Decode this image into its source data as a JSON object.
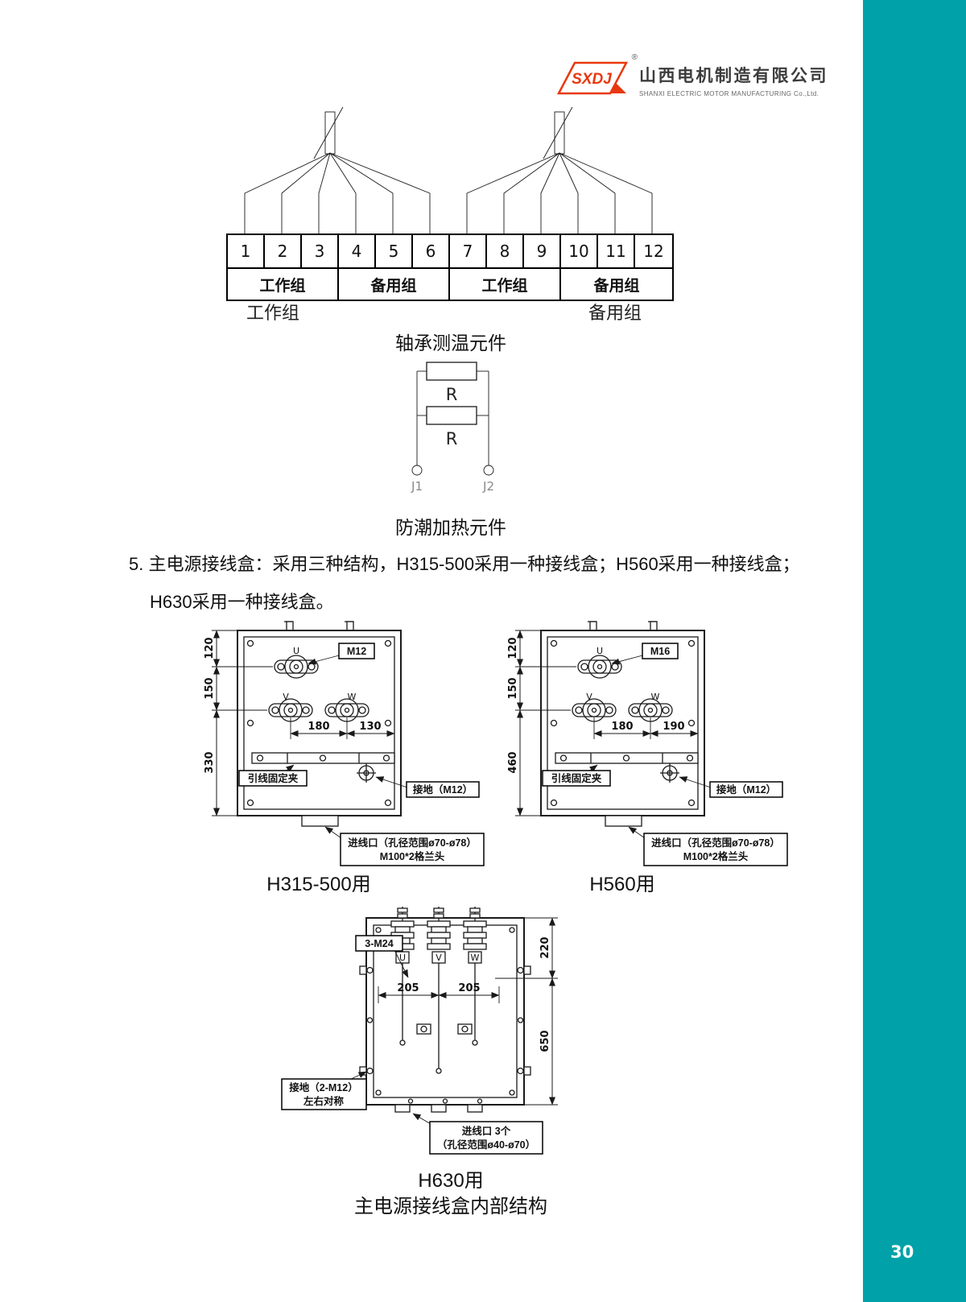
{
  "colors": {
    "side_band": "#00a1a8",
    "logo_red": "#e8380f"
  },
  "page": {
    "number": "30"
  },
  "header": {
    "logo_text": "SXDJ",
    "registered_mark": "®",
    "company_cn": "山西电机制造有限公司",
    "company_en": "SHANXI ELECTRIC MOTOR MANUFACTURING Co.,Ltd."
  },
  "bearing_diagram": {
    "caption": "轴承测温元件",
    "terminal_numbers": [
      "1",
      "2",
      "3",
      "4",
      "5",
      "6",
      "7",
      "8",
      "9",
      "10",
      "11",
      "12"
    ],
    "group_cells": [
      "工作组",
      "备用组",
      "工作组",
      "备用组"
    ],
    "left_bundle_label": "工作组",
    "right_bundle_label": "备用组"
  },
  "heater_diagram": {
    "caption": "防潮加热元件",
    "resistor1": "R",
    "resistor2": "R",
    "terminal1": "J1",
    "terminal2": "J2"
  },
  "section5": {
    "line1": "5. 主电源接线盒：采用三种结构，H315-500采用一种接线盒；H560采用一种接线盒；",
    "line2": "H630采用一种接线盒。"
  },
  "jbox_common": {
    "u": "U",
    "v": "V",
    "w": "W",
    "clip_label": "引线固定夹",
    "ground_label": "接地（M12）",
    "inlet_line1": "进线口（孔径范围ø70-ø78）",
    "inlet_line2": "M100*2格兰头"
  },
  "jbox_h315": {
    "caption": "H315-500用",
    "bolt_spec": "M12",
    "dim_top": "120",
    "dim_mid": "150",
    "dim_bottom": "330",
    "dim_h1": "180",
    "dim_h2": "130"
  },
  "jbox_h560": {
    "caption": "H560用",
    "bolt_spec": "M16",
    "dim_top": "120",
    "dim_mid": "150",
    "dim_bottom": "460",
    "dim_h1": "180",
    "dim_h2": "190"
  },
  "jbox_h630": {
    "caption": "H630用",
    "stud_spec": "3-M24",
    "dim_top": "220",
    "dim_bottom": "650",
    "dim_left": "205",
    "dim_right": "205",
    "u": "U",
    "v": "V",
    "w": "W",
    "ground_line1": "接地（2-M12）",
    "ground_line2": "左右对称",
    "inlet_line1": "进线口 3个",
    "inlet_line2": "（孔径范围ø40-ø70）"
  },
  "bottom_caption": "主电源接线盒内部结构"
}
